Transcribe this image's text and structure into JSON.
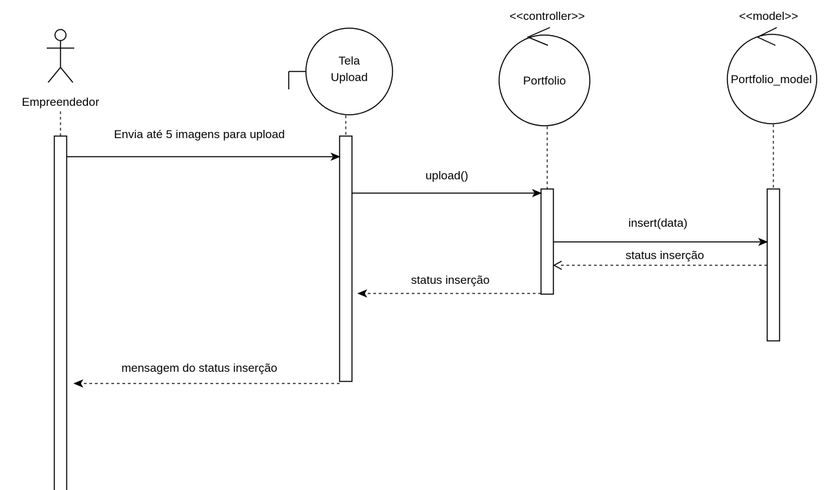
{
  "participants": {
    "actor": {
      "label": "Empreendedor",
      "icon": "actor-icon"
    },
    "boundary": {
      "line1": "Tela",
      "line2": "Upload",
      "icon": "boundary-icon"
    },
    "controller": {
      "stereotype": "<<controller>>",
      "label": "Portfolio",
      "icon": "control-icon"
    },
    "model": {
      "stereotype": "<<model>>",
      "label": "Portfolio_model",
      "icon": "entity-control-icon"
    }
  },
  "messages": {
    "m1": "Envia até 5 imagens para upload",
    "m2": "upload()",
    "m3": "insert(data)",
    "m4": "status inserção",
    "m5": "status inserção",
    "m6": "mensagem do status inserção"
  },
  "colors": {
    "line": "#000000",
    "background": "#ffffff"
  }
}
